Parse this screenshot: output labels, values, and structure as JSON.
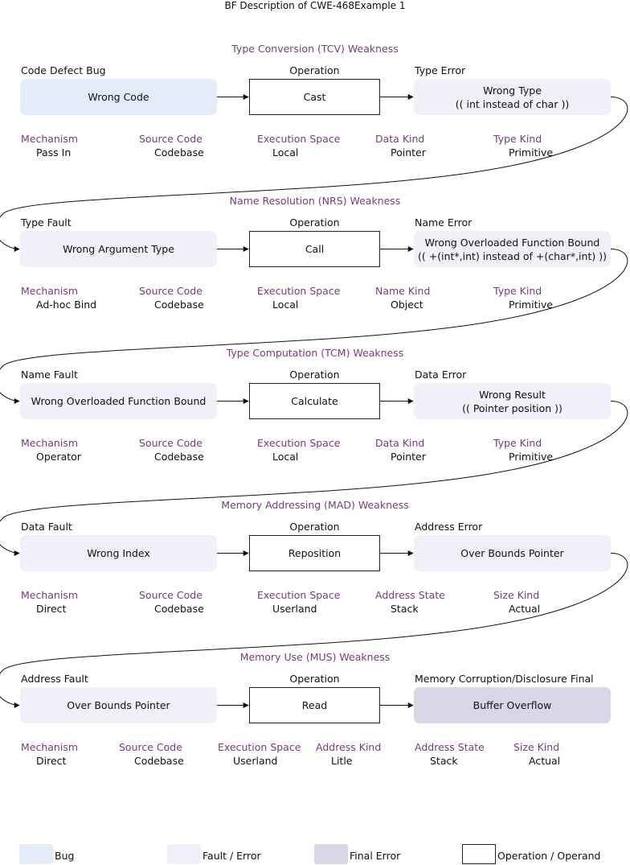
{
  "title": "BF Description of CWE-468Example 1",
  "sections": [
    {
      "weakness": "Type Conversion (TCV) Weakness",
      "cause_header": "Code Defect Bug",
      "op_header": "Operation",
      "result_header": "Type Error",
      "cause": {
        "line1": "Wrong Code",
        "line2": "",
        "kind": "bug"
      },
      "operation": "Cast",
      "result": {
        "line1": "Wrong Type",
        "line2": "(( int instead of char ))",
        "kind": "fault"
      },
      "attrs": [
        {
          "label": "Mechanism",
          "value": "Pass In"
        },
        {
          "label": "Source Code",
          "value": "Codebase"
        },
        {
          "label": "Execution Space",
          "value": "Local"
        },
        {
          "label": "Data Kind",
          "value": "Pointer"
        },
        {
          "label": "Type Kind",
          "value": "Primitive"
        }
      ]
    },
    {
      "weakness": "Name Resolution (NRS) Weakness",
      "cause_header": "Type Fault",
      "op_header": "Operation",
      "result_header": "Name Error",
      "cause": {
        "line1": "Wrong Argument Type",
        "line2": "",
        "kind": "fault"
      },
      "operation": "Call",
      "result": {
        "line1": "Wrong Overloaded Function Bound",
        "line2": "(( +(int*,int) instead of +(char*,int) ))",
        "kind": "fault"
      },
      "attrs": [
        {
          "label": "Mechanism",
          "value": "Ad-hoc Bind"
        },
        {
          "label": "Source Code",
          "value": "Codebase"
        },
        {
          "label": "Execution Space",
          "value": "Local"
        },
        {
          "label": "Name Kind",
          "value": "Object"
        },
        {
          "label": "Type Kind",
          "value": "Primitive"
        }
      ]
    },
    {
      "weakness": "Type Computation (TCM) Weakness",
      "cause_header": "Name Fault",
      "op_header": "Operation",
      "result_header": "Data Error",
      "cause": {
        "line1": "Wrong Overloaded Function Bound",
        "line2": "",
        "kind": "fault"
      },
      "operation": "Calculate",
      "result": {
        "line1": "Wrong Result",
        "line2": "(( Pointer position ))",
        "kind": "fault"
      },
      "attrs": [
        {
          "label": "Mechanism",
          "value": "Operator"
        },
        {
          "label": "Source Code",
          "value": "Codebase"
        },
        {
          "label": "Execution Space",
          "value": "Local"
        },
        {
          "label": "Data Kind",
          "value": "Pointer"
        },
        {
          "label": "Type Kind",
          "value": "Primitive"
        }
      ]
    },
    {
      "weakness": "Memory Addressing (MAD) Weakness",
      "cause_header": "Data Fault",
      "op_header": "Operation",
      "result_header": "Address Error",
      "cause": {
        "line1": "Wrong Index",
        "line2": "",
        "kind": "fault"
      },
      "operation": "Reposition",
      "result": {
        "line1": "Over Bounds Pointer",
        "line2": "",
        "kind": "fault"
      },
      "attrs": [
        {
          "label": "Mechanism",
          "value": "Direct"
        },
        {
          "label": "Source Code",
          "value": "Codebase"
        },
        {
          "label": "Execution Space",
          "value": "Userland"
        },
        {
          "label": "Address State",
          "value": "Stack"
        },
        {
          "label": "Size Kind",
          "value": "Actual"
        }
      ]
    },
    {
      "weakness": "Memory Use (MUS) Weakness",
      "cause_header": "Address Fault",
      "op_header": "Operation",
      "result_header": "Memory Corruption/Disclosure Final",
      "cause": {
        "line1": "Over Bounds Pointer",
        "line2": "",
        "kind": "fault"
      },
      "operation": "Read",
      "result": {
        "line1": "Buffer Overflow",
        "line2": "",
        "kind": "final"
      },
      "attrs": [
        {
          "label": "Mechanism",
          "value": "Direct"
        },
        {
          "label": "Source Code",
          "value": "Codebase"
        },
        {
          "label": "Execution Space",
          "value": "Userland"
        },
        {
          "label": "Address Kind",
          "value": "Litle"
        },
        {
          "label": "Address State",
          "value": "Stack"
        },
        {
          "label": "Size Kind",
          "value": "Actual"
        }
      ]
    }
  ],
  "legend": [
    {
      "label": "Bug",
      "kind": "bug"
    },
    {
      "label": "Fault / Error",
      "kind": "fault"
    },
    {
      "label": "Final Error",
      "kind": "final"
    },
    {
      "label": "Operation / Operand",
      "kind": "op"
    }
  ]
}
